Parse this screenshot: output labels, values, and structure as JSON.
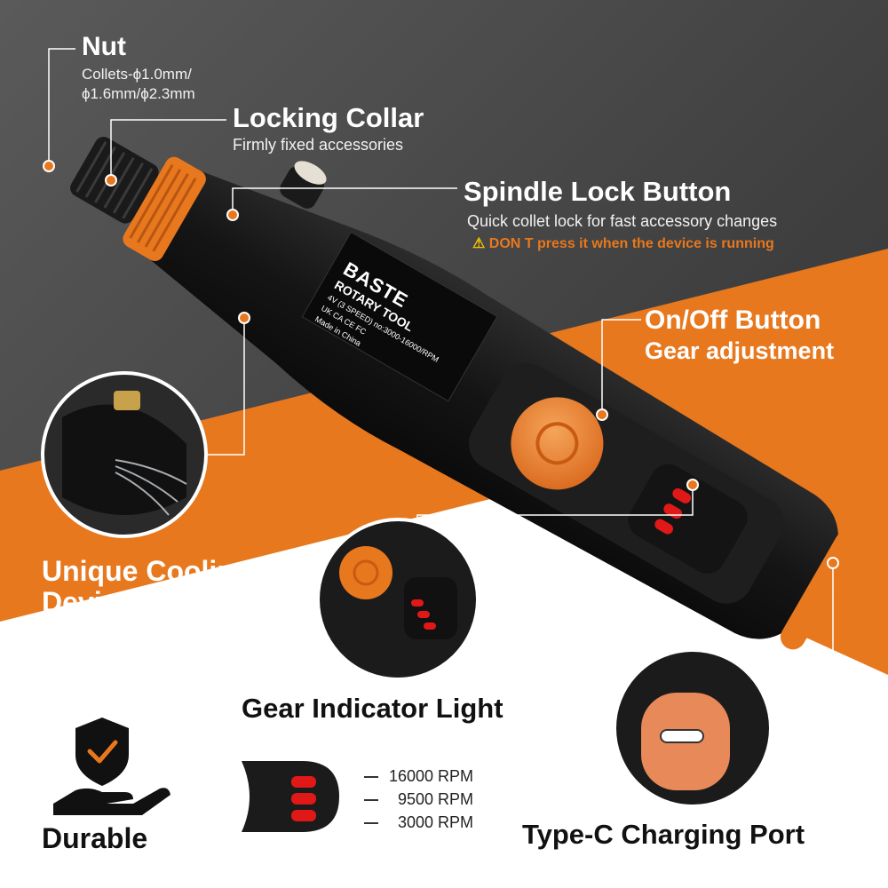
{
  "callouts": {
    "nut": {
      "title": "Nut",
      "line1": "Collets-ϕ1.0mm/",
      "line2": "ϕ1.6mm/ϕ2.3mm"
    },
    "locking_collar": {
      "title": "Locking Collar",
      "subtitle": "Firmly fixed accessories"
    },
    "spindle_lock": {
      "title": "Spindle Lock Button",
      "subtitle": "Quick collet lock for fast accessory changes",
      "warning": "DON T press it when the device is running"
    },
    "on_off": {
      "title": "On/Off Button",
      "subtitle": "Gear adjustment"
    },
    "cooling": {
      "line1": "Unique Cooling",
      "line2": "Device"
    },
    "gear_indicator": {
      "title": "Gear Indicator Light"
    },
    "type_c": {
      "title": "Type-C Charging Port"
    },
    "durable": {
      "label": "Durable"
    }
  },
  "device_label": {
    "brand": "BASTE",
    "model": "ROTARY TOOL",
    "spec": "4V (3 SPEED) no:3000-16000/RPM",
    "origin": "Made in China",
    "marks": [
      "UK CA",
      "CE",
      "FC"
    ]
  },
  "speeds": [
    {
      "label": "16000 RPM"
    },
    {
      "label": "9500 RPM"
    },
    {
      "label": "3000 RPM"
    }
  ],
  "colors": {
    "accent": "#e8781e",
    "indicator": "#e01818",
    "body": "#151515"
  }
}
